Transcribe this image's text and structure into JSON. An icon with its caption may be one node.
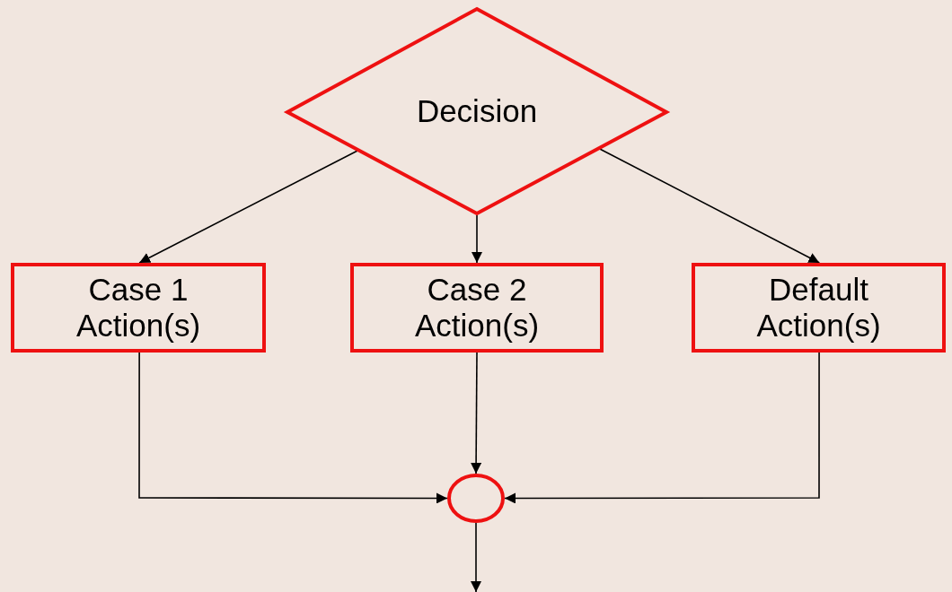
{
  "diagram": {
    "nodes": [
      {
        "text": [
          "Decision"
        ]
      },
      {
        "text": [
          "Case 1 Action(s)"
        ]
      },
      {
        "text": [
          "Case 2 Action(s)"
        ]
      },
      {
        "text": [
          "Default Action(s)"
        ]
      },
      {
        "text": [],
        "shape": "circle"
      }
    ],
    "edges": [
      {
        "from": 0,
        "to": 1,
        "arrow": "to"
      },
      {
        "from": 0,
        "to": 2,
        "arrow": "to"
      },
      {
        "from": 0,
        "to": 3,
        "arrow": "to"
      },
      {
        "from": 1,
        "to": 4,
        "arrow": "to"
      },
      {
        "from": 2,
        "to": 4,
        "arrow": "to"
      },
      {
        "from": 3,
        "to": 4,
        "arrow": "to"
      },
      {
        "from": 4,
        "to": null,
        "arrow": "to"
      }
    ]
  }
}
